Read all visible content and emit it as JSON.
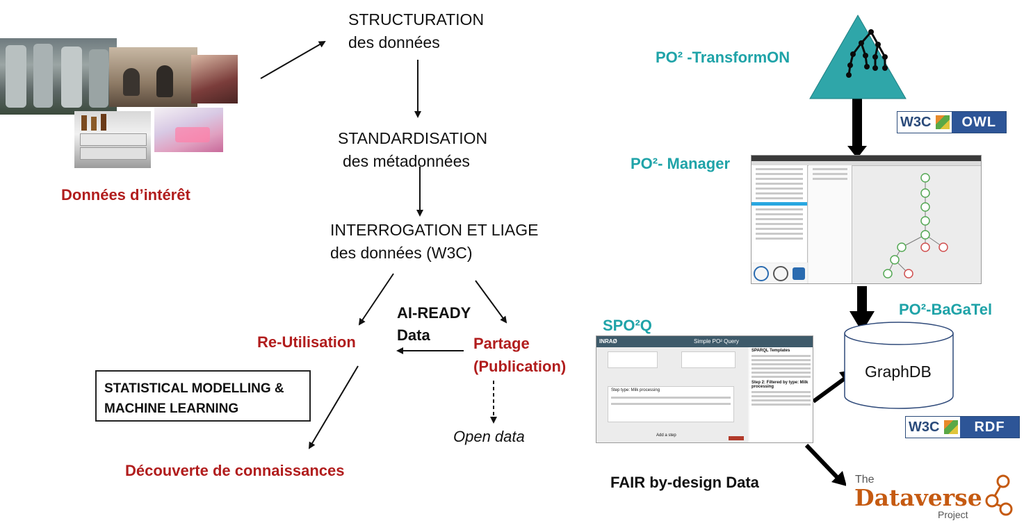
{
  "left": {
    "donnees_interet": "Données d’intérêt"
  },
  "flow": {
    "structuration_l1": "STRUCTURATION",
    "structuration_l2": "des données",
    "standardisation_l1": "STANDARDISATION",
    "standardisation_l2": "des métadonnées",
    "interrogation_l1": "INTERROGATION ET LIAGE",
    "interrogation_l2": "des données (W3C)",
    "ai_ready_l1": "AI-READY",
    "ai_ready_l2": "Data",
    "reutilisation": "Re-Utilisation",
    "partage_l1": "Partage",
    "partage_l2": "(Publication)",
    "statistical_l1": "STATISTICAL MODELLING &",
    "statistical_l2": "MACHINE LEARNING",
    "open_data": "Open data",
    "decouverte": "Découverte de connaissances"
  },
  "right": {
    "transformon": "PO² -TransformON",
    "manager": "PO²- Manager",
    "spo2q": "SPO²Q",
    "bagatel": "PO²-BaGaTel",
    "graphdb": "GraphDB",
    "fair": "FAIR by-design Data",
    "owl_badge_w3c": "W3C",
    "owl_badge_tag": "OWL",
    "rdf_badge_w3c": "W3C",
    "rdf_badge_tag": "RDF",
    "dataverse_the": "The",
    "dataverse_main": "Dataverse",
    "dataverse_project": "Project"
  },
  "screenshot_spo2q": {
    "brand": "INRAØ",
    "title": "Simple PO² Query",
    "sparql_templates": "SPARQL Templates",
    "step_type": "Step type: Milk processing",
    "step_filtered": "Step 2: Filtered by type: Milk processing",
    "button": "Add a step"
  },
  "colors": {
    "red": "#b11d1d",
    "teal": "#1fa3a8",
    "triangle": "#2fa6a9",
    "w3c_blue": "#2d5597"
  }
}
